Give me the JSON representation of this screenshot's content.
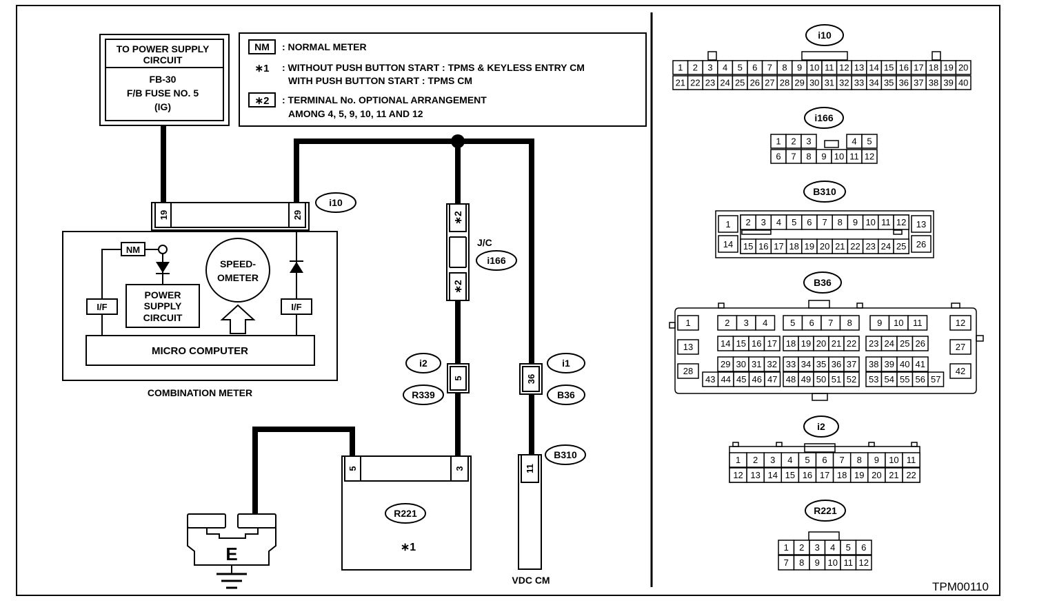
{
  "legend": {
    "nm_symbol": "NM",
    "nm_text": ": NORMAL METER",
    "star1_symbol": "∗1",
    "star1_line1": ": WITHOUT PUSH BUTTON START  : TPMS & KEYLESS ENTRY CM",
    "star1_line2": "WITH PUSH BUTTON START  : TPMS CM",
    "star2_symbol": "∗2",
    "star2_line1": ": TERMINAL No. OPTIONAL ARRANGEMENT",
    "star2_line2": "AMONG 4, 5, 9, 10, 11 AND 12"
  },
  "power_supply": {
    "line1": "TO POWER SUPPLY",
    "line2": "CIRCUIT",
    "line3": "FB-30",
    "line4": "F/B FUSE NO. 5",
    "line5": "(IG)"
  },
  "combination_meter": {
    "label": "COMBINATION METER",
    "nm": "NM",
    "if_left": "I/F",
    "if_right": "I/F",
    "psc_line1": "POWER",
    "psc_line2": "SUPPLY",
    "psc_line3": "CIRCUIT",
    "speed_line1": "SPEED-",
    "speed_line2": "OMETER",
    "micro": "MICRO COMPUTER"
  },
  "connectors": {
    "i10": "i10",
    "i10_pin19": "19",
    "i10_pin29": "29",
    "jc": "J/C",
    "i166": "i166",
    "star2": "∗2",
    "i2": "i2",
    "r339": "R339",
    "i2_pin5": "5",
    "i1": "i1",
    "b36": "B36",
    "i1_pin36": "36",
    "b310": "B310",
    "b310_pin11": "11",
    "r221": "R221",
    "r221_pin5": "5",
    "r221_pin3": "3"
  },
  "components": {
    "star1": "∗1",
    "vdc": "VDC CM",
    "ground": "E"
  },
  "right_panel": {
    "i10": {
      "name": "i10",
      "rows": [
        [
          "1",
          "2",
          "3",
          "4",
          "5",
          "6",
          "7",
          "8",
          "9",
          "10",
          "11",
          "12",
          "13",
          "14",
          "15",
          "16",
          "17",
          "18",
          "19",
          "20"
        ],
        [
          "21",
          "22",
          "23",
          "24",
          "25",
          "26",
          "27",
          "28",
          "29",
          "30",
          "31",
          "32",
          "33",
          "34",
          "35",
          "36",
          "37",
          "38",
          "39",
          "40"
        ]
      ]
    },
    "i166": {
      "name": "i166",
      "row1_left": [
        "1",
        "2",
        "3"
      ],
      "row1_right": [
        "4",
        "5"
      ],
      "row2": [
        "6",
        "7",
        "8",
        "9",
        "10",
        "11",
        "12"
      ]
    },
    "b310": {
      "name": "B310",
      "left": [
        "1",
        "14"
      ],
      "row1": [
        "2",
        "3",
        "4",
        "5",
        "6",
        "7",
        "8",
        "9",
        "10",
        "11",
        "12"
      ],
      "row2": [
        "15",
        "16",
        "17",
        "18",
        "19",
        "20",
        "21",
        "22",
        "23",
        "24",
        "25"
      ],
      "right": [
        "13",
        "26"
      ]
    },
    "b36": {
      "name": "B36",
      "c1": "1",
      "g1": [
        "2",
        "3",
        "4"
      ],
      "g2": [
        "5",
        "6",
        "7",
        "8"
      ],
      "g3": [
        "9",
        "10",
        "11"
      ],
      "c12": "12",
      "c13": "13",
      "g4": [
        "14",
        "15",
        "16",
        "17"
      ],
      "g5": [
        "18",
        "19",
        "20",
        "21",
        "22"
      ],
      "g6": [
        "23",
        "24",
        "25",
        "26"
      ],
      "c27": "27",
      "c28": "28",
      "g7": [
        "29",
        "30",
        "31",
        "32"
      ],
      "g8": [
        "33",
        "34",
        "35",
        "36",
        "37"
      ],
      "g9": [
        "38",
        "39",
        "40",
        "41"
      ],
      "c42": "42",
      "g10": [
        "43",
        "44",
        "45",
        "46",
        "47"
      ],
      "g11": [
        "48",
        "49",
        "50",
        "51",
        "52"
      ],
      "g12": [
        "53",
        "54",
        "55",
        "56",
        "57"
      ]
    },
    "i2": {
      "name": "i2",
      "row1": [
        "1",
        "2",
        "3",
        "4",
        "5",
        "6",
        "7",
        "8",
        "9",
        "10",
        "11"
      ],
      "row2": [
        "12",
        "13",
        "14",
        "15",
        "16",
        "17",
        "18",
        "19",
        "20",
        "21",
        "22"
      ]
    },
    "r221": {
      "name": "R221",
      "row1": [
        "1",
        "2",
        "3",
        "4",
        "5",
        "6"
      ],
      "row2": [
        "7",
        "8",
        "9",
        "10",
        "11",
        "12"
      ]
    }
  },
  "code": "TPM00110"
}
